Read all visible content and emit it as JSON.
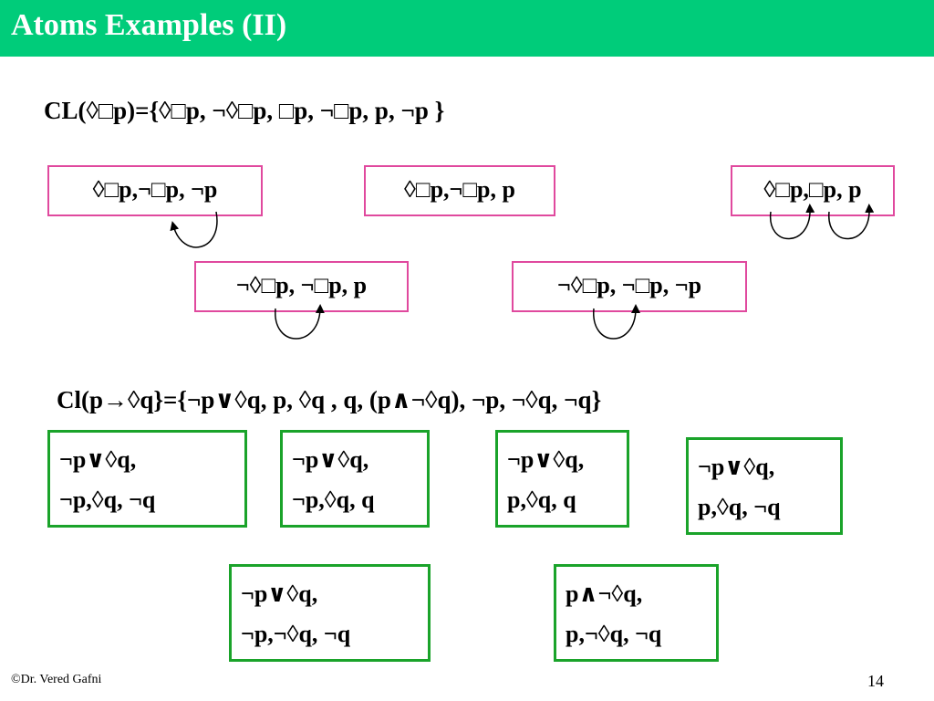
{
  "slide": {
    "title": "Atoms Examples (II)",
    "formula1": "CL(◊□p)={◊□p, ¬◊□p, □p, ¬□p, p, ¬p }",
    "formula2": "Cl(p→◊q}={¬p∨◊q, p, ◊q , q, (p∧¬◊q), ¬p, ¬◊q, ¬q}",
    "footer_author": "©Dr. Vered Gafni",
    "page_number": "14"
  },
  "atoms1": [
    "◊□p,¬□p, ¬p",
    "◊□p,¬□p, p",
    "◊□p,□p, p",
    "¬◊□p, ¬□p, p",
    "¬◊□p, ¬□p, ¬p"
  ],
  "atoms2": [
    {
      "line1": "¬p∨◊q,",
      "line2": "¬p,◊q, ¬q"
    },
    {
      "line1": "¬p∨◊q,",
      "line2": "¬p,◊q, q"
    },
    {
      "line1": "¬p∨◊q,",
      "line2": "p,◊q, q"
    },
    {
      "line1": "¬p∨◊q,",
      "line2": "p,◊q, ¬q"
    },
    {
      "line1": "¬p∨◊q,",
      "line2": "¬p,¬◊q, ¬q"
    },
    {
      "line1": "p∧¬◊q,",
      "line2": "p,¬◊q, ¬q"
    }
  ],
  "colors": {
    "title_bar": "#00cc7a",
    "atom_box_border_1": "#e0499e",
    "atom_box_border_2": "#1aa32a"
  }
}
